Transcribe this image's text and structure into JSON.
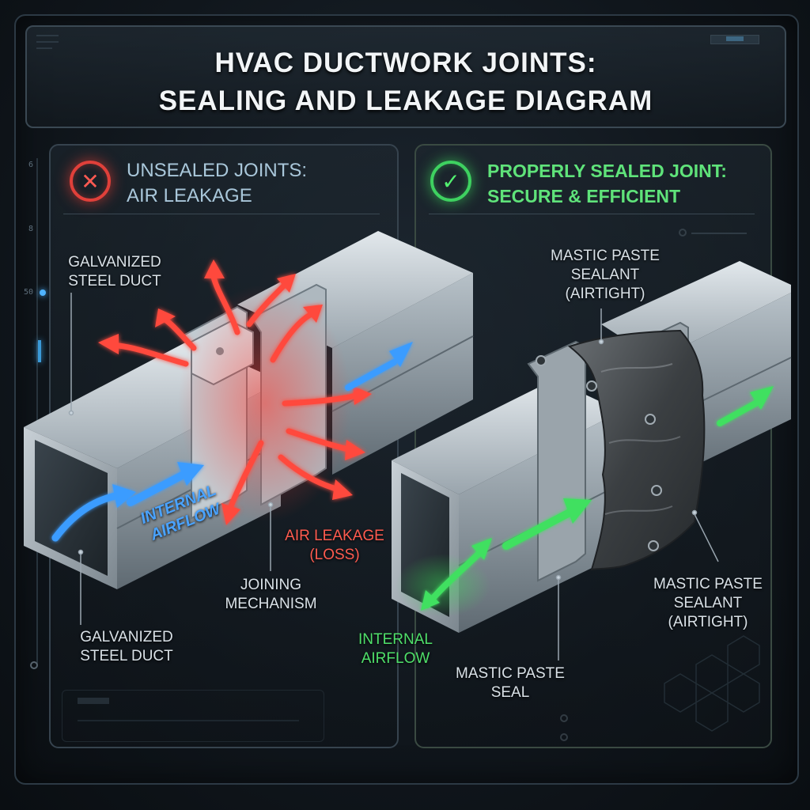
{
  "title": {
    "line1": "HVAC DUCTWORK JOINTS:",
    "line2": "SEALING AND LEAKAGE DIAGRAM"
  },
  "left_panel": {
    "header_line1": "UNSEALED JOINTS:",
    "header_line2": "AIR LEAKAGE",
    "icon": "x-icon",
    "labels": {
      "duct_top_line1": "GALVANIZED",
      "duct_top_line2": "STEEL DUCT",
      "airflow_line1": "INTERNAL",
      "airflow_line2": "AIRFLOW",
      "leakage_line1": "AIR LEAKAGE",
      "leakage_line2": "(LOSS)",
      "joining_line1": "JOINING",
      "joining_line2": "MECHANISM",
      "duct_bottom_line1": "GALVANIZED",
      "duct_bottom_line2": "STEEL DUCT"
    }
  },
  "right_panel": {
    "header_line1": "PROPERLY SEALED JOINT:",
    "header_line2": "SECURE & EFFICIENT",
    "icon": "check-icon",
    "labels": {
      "mastic_top_line1": "MASTIC PASTE",
      "mastic_top_line2": "SEALANT",
      "mastic_top_line3": "(AIRTIGHT)",
      "mastic_right_line1": "MASTIC PASTE",
      "mastic_right_line2": "SEALANT",
      "mastic_right_line3": "(AIRTIGHT)",
      "airflow_line1": "INTERNAL",
      "airflow_line2": "AIRFLOW",
      "seal_line1": "MASTIC PASTE",
      "seal_line2": "SEAL"
    }
  },
  "side_ticks": {
    "t1": "6",
    "t2": "8",
    "t3": "50"
  },
  "colors": {
    "leak": "#ff4a3d",
    "airflow_blue": "#3b9cff",
    "airflow_green": "#3fe060",
    "steel": "#a8b3bb"
  }
}
